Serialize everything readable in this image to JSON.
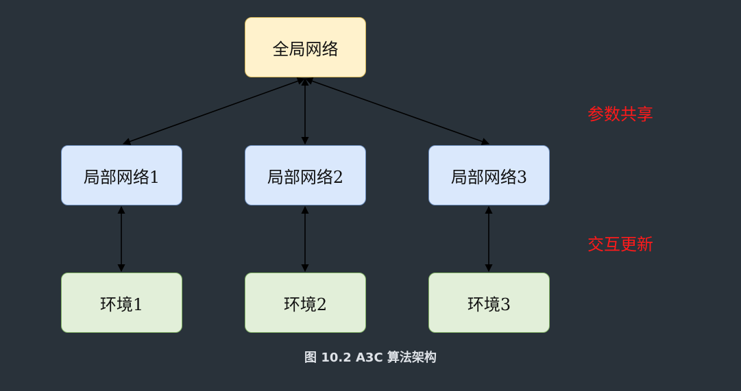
{
  "nodes": {
    "global": "全局网络",
    "local1": "局部网络1",
    "local2": "局部网络2",
    "local3": "局部网络3",
    "env1": "环境1",
    "env2": "环境2",
    "env3": "环境3"
  },
  "labels": {
    "param_share": "参数共享",
    "interact_update": "交互更新"
  },
  "caption": "图 10.2 A3C 算法架构",
  "colors": {
    "background": "#29323a",
    "global_fill": "#fff2cc",
    "local_fill": "#dae8fc",
    "env_fill": "#e2efd9",
    "label_red": "#ff1a1a"
  },
  "edges": [
    {
      "from": "global",
      "to": "local1",
      "direction": "both"
    },
    {
      "from": "global",
      "to": "local2",
      "direction": "both"
    },
    {
      "from": "global",
      "to": "local3",
      "direction": "both"
    },
    {
      "from": "local1",
      "to": "env1",
      "direction": "both"
    },
    {
      "from": "local2",
      "to": "env2",
      "direction": "both"
    },
    {
      "from": "local3",
      "to": "env3",
      "direction": "both"
    }
  ]
}
